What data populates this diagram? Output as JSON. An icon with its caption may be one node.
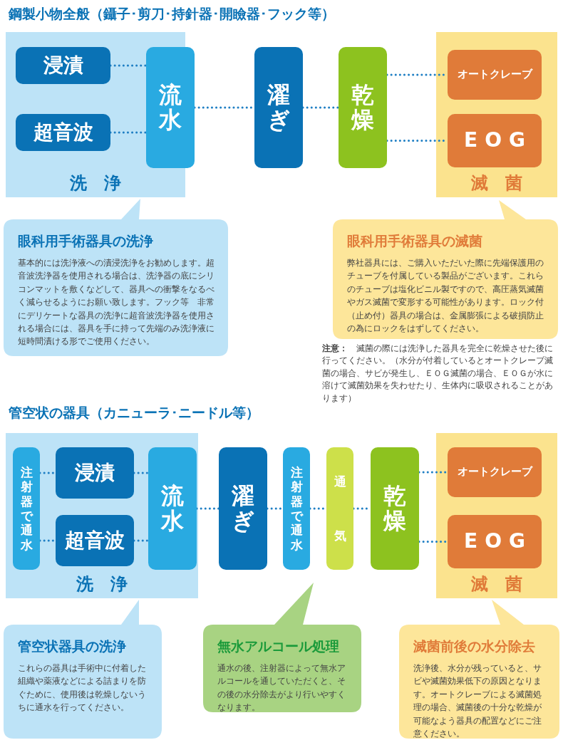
{
  "diagram": {
    "nodes": [
      {
        "text": [
          "洗　浄"
        ]
      },
      {
        "text": [
          "浸漬"
        ],
        "in": 0
      },
      {
        "text": [
          "超音波"
        ],
        "in": 0
      },
      {
        "text": [
          "流水"
        ],
        "in": 0
      },
      {
        "text": [
          "濯ぎ"
        ]
      },
      {
        "text": [
          "乾燥"
        ]
      },
      {
        "text": [
          "滅　菌"
        ]
      },
      {
        "text": [
          "オートクレーブ"
        ],
        "in": 6
      },
      {
        "text": [
          "EOG"
        ],
        "in": 6
      },
      {
        "text": [
          "眼科用手術器具の洗浄",
          "基本的には洗浄液への漬浸洗浄をお勧めします。超音波洗浄器を使用される場合は、洗浄器の底にシリコンマットを敷くなどして、器具への衝撃をなるべく減らせるようにお願い致します。フック等　非常にデリケートな器具の洗浄に超音波洗浄器を使用される場合には、器具を手に持って先端のみ洗浄液に短時間漬ける形でご使用ください。"
        ]
      },
      {
        "text": [
          "眼科用手術器具の滅菌",
          "弊社器具には、ご購入いただいた際に先端保護用のチューブを付属している製品がございます。これらのチューブは塩化ビニル製ですので、高圧蒸気滅菌やガス滅菌で変形する可能性があります。ロック付（止め付）器具の場合は、金属膨張による破損防止の為にロックをはずしてください。"
        ]
      },
      {
        "text": [
          "洗　浄"
        ]
      },
      {
        "text": [
          "注射器で通水"
        ],
        "in": 11
      },
      {
        "text": [
          "浸漬"
        ],
        "in": 11
      },
      {
        "text": [
          "超音波"
        ],
        "in": 11
      },
      {
        "text": [
          "流水"
        ],
        "in": 11
      },
      {
        "text": [
          "濯ぎ"
        ]
      },
      {
        "text": [
          "注射器で通水"
        ]
      },
      {
        "text": [
          "通気"
        ]
      },
      {
        "text": [
          "乾燥"
        ]
      },
      {
        "text": [
          "滅　菌"
        ]
      },
      {
        "text": [
          "オートクレーブ"
        ],
        "in": 20
      },
      {
        "text": [
          "EOG"
        ],
        "in": 20
      },
      {
        "text": [
          "管空状器具の洗浄",
          "これらの器具は手術中に付着した組織や薬液などによる詰まりを防ぐために、使用後は乾燥しないうちに通水を行ってください。"
        ]
      },
      {
        "text": [
          "無水アルコール処理",
          "通水の後、注射器によって無水アルコールを通していただくと、その後の水分除去がより行いやすくなります。"
        ]
      },
      {
        "text": [
          "滅菌前後の水分除去",
          "洗浄後、水分が残っていると、サビや滅菌効果低下の原因となります。オートクレーブによる滅菌処理の場合、滅菌後の十分な乾燥が可能なよう器具の配置などにご注意ください。"
        ]
      }
    ],
    "edges": [
      {
        "from": 1,
        "to": 3,
        "arrow": "none",
        "style": "dashed"
      },
      {
        "from": 2,
        "to": 3,
        "arrow": "none",
        "style": "dashed"
      },
      {
        "from": 3,
        "to": 4,
        "arrow": "none",
        "style": "dashed"
      },
      {
        "from": 4,
        "to": 5,
        "arrow": "none",
        "style": "dashed"
      },
      {
        "from": 5,
        "to": 7,
        "arrow": "none",
        "style": "dashed"
      },
      {
        "from": 5,
        "to": 8,
        "arrow": "none",
        "style": "dashed"
      },
      {
        "from": 12,
        "to": 13,
        "arrow": "none",
        "style": "dashed"
      },
      {
        "from": 12,
        "to": 14,
        "arrow": "none",
        "style": "dashed"
      },
      {
        "from": 13,
        "to": 15,
        "arrow": "none",
        "style": "dashed"
      },
      {
        "from": 14,
        "to": 15,
        "arrow": "none",
        "style": "dashed"
      },
      {
        "from": 15,
        "to": 16,
        "arrow": "none",
        "style": "dashed"
      },
      {
        "from": 16,
        "to": 17,
        "arrow": "none",
        "style": "dashed"
      },
      {
        "from": 17,
        "to": 18,
        "arrow": "none",
        "style": "dashed"
      },
      {
        "from": 18,
        "to": 19,
        "arrow": "none",
        "style": "dashed"
      },
      {
        "from": 19,
        "to": 21,
        "arrow": "none",
        "style": "dashed"
      },
      {
        "from": 19,
        "to": 22,
        "arrow": "none",
        "style": "dashed"
      }
    ],
    "labels": [
      "鋼製小物全般（鑷子･剪刀･持針器･開瞼器･フック等）",
      "**注意：**　滅菌の際には洗浄した器具を完全に乾燥させた後に行ってください。（水分が付着しているとオートクレーブ滅菌の場合、サビが発生し、ＥＯＧ滅菌の場合、ＥＯＧが水に溶けて滅菌効果を失わせたり、生体内に吸収されることがあります）",
      "管空状の器具（カニューラ･ニードル等）"
    ]
  }
}
